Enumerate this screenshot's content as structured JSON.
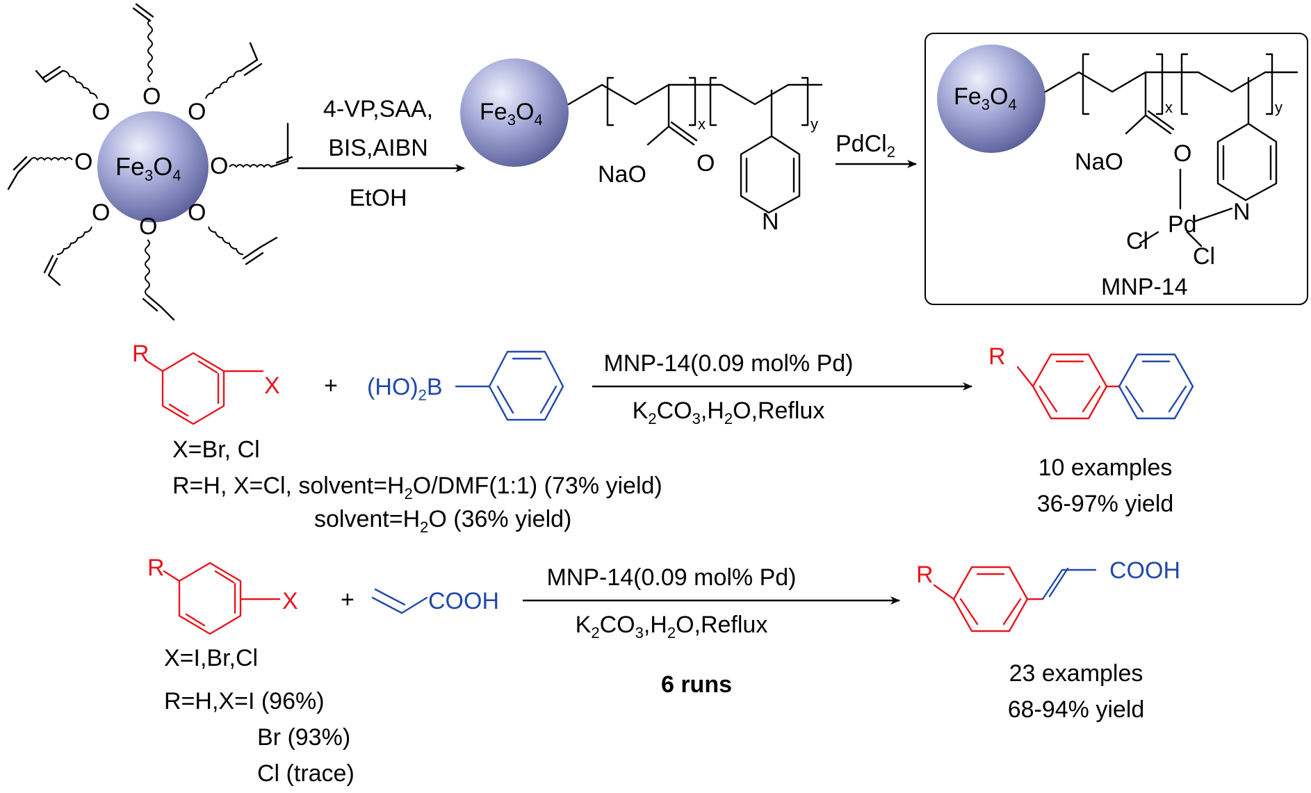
{
  "reagents": {
    "step1_line1": "4-VP,SAA,",
    "step1_line2": "BIS,AIBN",
    "step1_line3": "EtOH",
    "pdcl2_main": "PdCl",
    "pdcl2_sub": "2"
  },
  "labels": {
    "fe": "Fe",
    "fe_sub": "3",
    "o": "O",
    "o_sub": "4",
    "x": "x",
    "y": "y",
    "nao": "NaO",
    "oxy": "O",
    "n": "N",
    "pd": "Pd",
    "cl": "Cl",
    "catalyst": "MNP-14"
  },
  "suzuki": {
    "r": "R",
    "x": "X",
    "plus": "+",
    "ho": "(HO)",
    "ho_sub": "2",
    "b": "B",
    "cond_top": "MNP-14(0.09 mol% Pd)",
    "cond_b1": "K",
    "cond_b1_sub": "2",
    "cond_b2": "CO",
    "cond_b2_sub": "3",
    "cond_b3": ",H",
    "cond_b3_sub": "2",
    "cond_b4": "O,Reflux",
    "note1": "X=Br, Cl",
    "note2a": "R=H, X=Cl, solvent=H",
    "note2_sub": "2",
    "note2b": "O/DMF(1:1) (73% yield)",
    "note3a": "solvent=H",
    "note3_sub": "2",
    "note3b": "O (36% yield)",
    "result1": "10 examples",
    "result2": "36-97% yield"
  },
  "heck": {
    "r": "R",
    "x": "X",
    "plus": "+",
    "cooh": "COOH",
    "cond_top": "MNP-14(0.09 mol% Pd)",
    "cond_b1": "K",
    "cond_b1_sub": "2",
    "cond_b2": "CO",
    "cond_b2_sub": "3",
    "cond_b3": ",H",
    "cond_b3_sub": "2",
    "cond_b4": "O,Reflux",
    "runs": "6  runs",
    "note1": "X=I,Br,Cl",
    "note2": "R=H,X=I (96%)",
    "note3": "Br (93%)",
    "note4": "Cl (trace)",
    "result1": "23 examples",
    "result2": "68-94% yield"
  }
}
